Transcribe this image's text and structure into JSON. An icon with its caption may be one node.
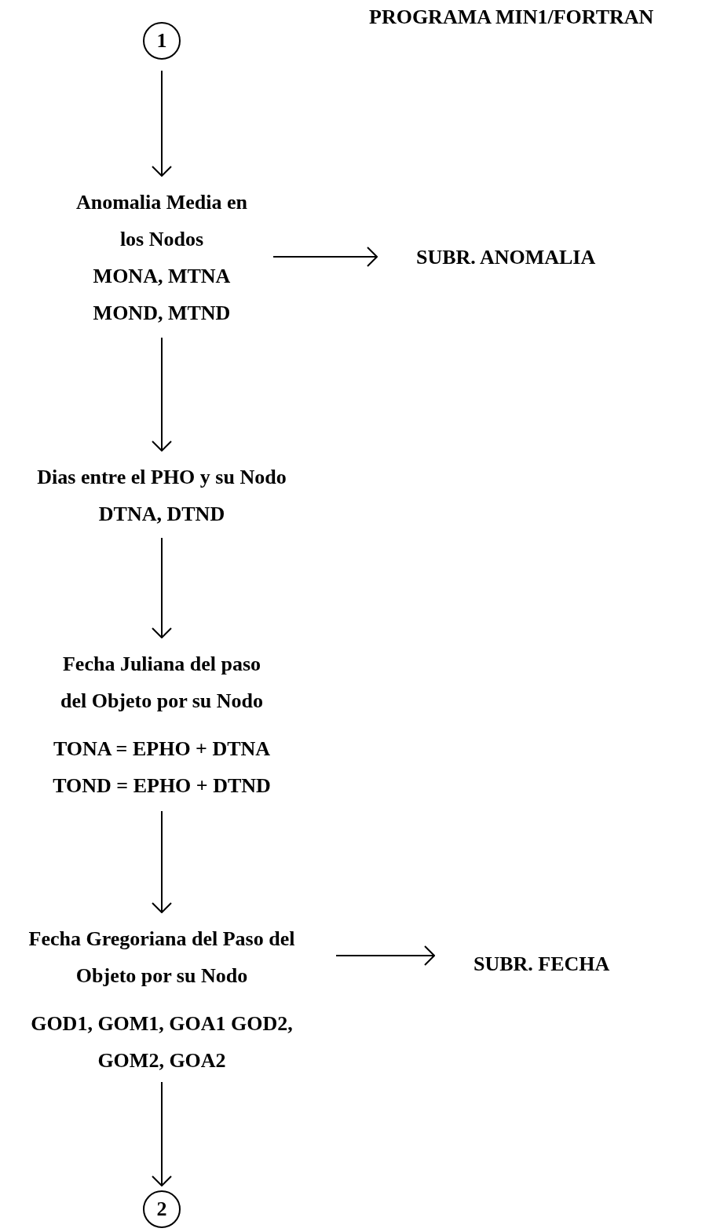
{
  "diagram": {
    "title": "PROGRAMA MIN1/FORTRAN",
    "nodes": [
      {
        "text": [
          "1"
        ]
      },
      {
        "text": [
          "Anomalia Media en los Nodos",
          "MONA, MTNA MOND, MTND"
        ]
      },
      {
        "text": [
          "SUBR. ANOMALIA"
        ]
      },
      {
        "text": [
          "Dias entre el PHO y su Nodo",
          "DTNA, DTND"
        ]
      },
      {
        "text": [
          "Fecha Juliana del paso del Objeto por su Nodo",
          "TONA = EPHO + DTNA TOND = EPHO + DTND"
        ]
      },
      {
        "text": [
          "Fecha Gregoriana del Paso del Objeto por su Nodo",
          "GOD1, GOM1, GOA1 GOD2, GOM2, GOA2"
        ]
      },
      {
        "text": [
          "SUBR. FECHA"
        ]
      },
      {
        "text": [
          "2"
        ]
      }
    ],
    "edges": [
      {
        "from": 0,
        "to": 1,
        "arrow": "to"
      },
      {
        "from": 1,
        "to": 2,
        "arrow": "to"
      },
      {
        "from": 1,
        "to": 3,
        "arrow": "to"
      },
      {
        "from": 3,
        "to": 4,
        "arrow": "to"
      },
      {
        "from": 4,
        "to": 5,
        "arrow": "to"
      },
      {
        "from": 5,
        "to": 6,
        "arrow": "to"
      },
      {
        "from": 5,
        "to": 7,
        "arrow": "to"
      }
    ]
  }
}
